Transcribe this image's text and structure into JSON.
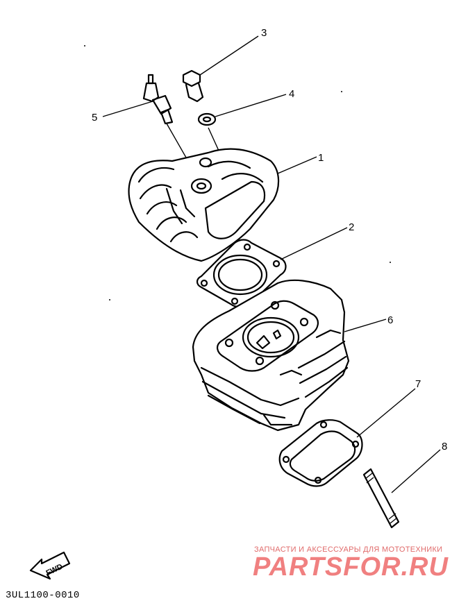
{
  "callouts": [
    {
      "id": "1",
      "label": "1"
    },
    {
      "id": "2",
      "label": "2"
    },
    {
      "id": "3",
      "label": "3"
    },
    {
      "id": "4",
      "label": "4"
    },
    {
      "id": "5",
      "label": "5"
    },
    {
      "id": "6",
      "label": "6"
    },
    {
      "id": "7",
      "label": "7"
    },
    {
      "id": "8",
      "label": "8"
    }
  ],
  "fwd_label": "FWD",
  "diagram_code": "3UL1100-0010",
  "watermark": {
    "tagline": "ЗАПЧАСТИ И АКСЕССУАРЫ ДЛЯ МОТОТЕХНИКИ",
    "brand": "PARTSFOR.RU",
    "color": "#f08080"
  }
}
